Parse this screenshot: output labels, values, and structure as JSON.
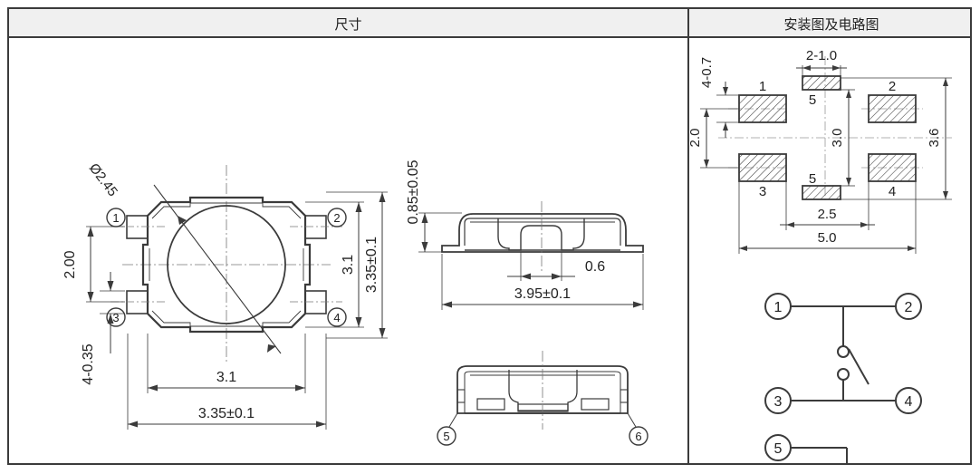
{
  "header": {
    "left_title": "尺寸",
    "right_title": "安装图及电路图"
  },
  "drawing": {
    "top_view": {
      "name": "top-view",
      "dim_diameter": "Ø2.45",
      "dim_left_pitch": "2.00",
      "dim_terminal": "4-0.35",
      "dim_width_inner": "3.1",
      "dim_width_outer": "3.35±0.1",
      "dim_height_inner": "3.1",
      "dim_height_outer": "3.35±0.1",
      "pins": [
        "1",
        "2",
        "3",
        "4"
      ]
    },
    "side_view": {
      "name": "side-view",
      "dim_height": "0.85±0.05",
      "dim_actuator": "0.6",
      "dim_length": "3.95±0.1"
    },
    "bottom_view": {
      "name": "bottom-view",
      "pins": [
        "5",
        "6"
      ]
    },
    "footprint": {
      "name": "pcb-footprint",
      "dim_pad_small": "2-1.0",
      "dim_pad_large": "4-0.7",
      "dim_pitch_vertical": "2.0",
      "dim_center_span": "3.0",
      "dim_total_height": "3.6",
      "dim_inner_span": "2.5",
      "dim_total_width": "5.0",
      "pads": [
        "1",
        "2",
        "3",
        "4"
      ],
      "center_pads": [
        "5",
        "5"
      ]
    },
    "circuit": {
      "name": "circuit-diagram",
      "terminals": [
        "1",
        "2",
        "3",
        "4",
        "5"
      ],
      "ground_terminal": "5"
    }
  },
  "colors": {
    "line": "#3b3b3b",
    "header_bg": "#f0f0f0",
    "text": "#222222"
  }
}
